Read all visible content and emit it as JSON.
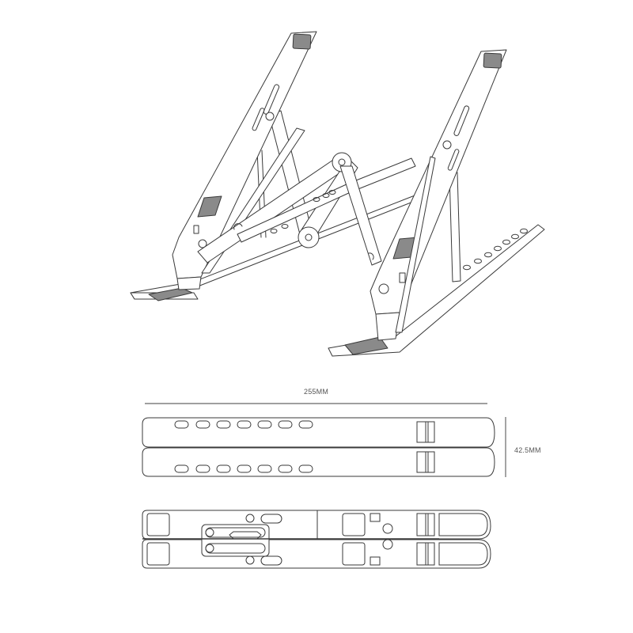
{
  "diagram": {
    "subject": "Foldable laptop stand",
    "views": [
      "isometric-open",
      "folded-top-view",
      "folded-bottom-view"
    ],
    "dimensions": {
      "length_label": "255MM",
      "height_label": "42.5MM"
    },
    "colors": {
      "line": "#3a3a3a",
      "pad_fill": "#8a8a8a",
      "dimension_line": "#666666",
      "background": "#ffffff"
    }
  }
}
